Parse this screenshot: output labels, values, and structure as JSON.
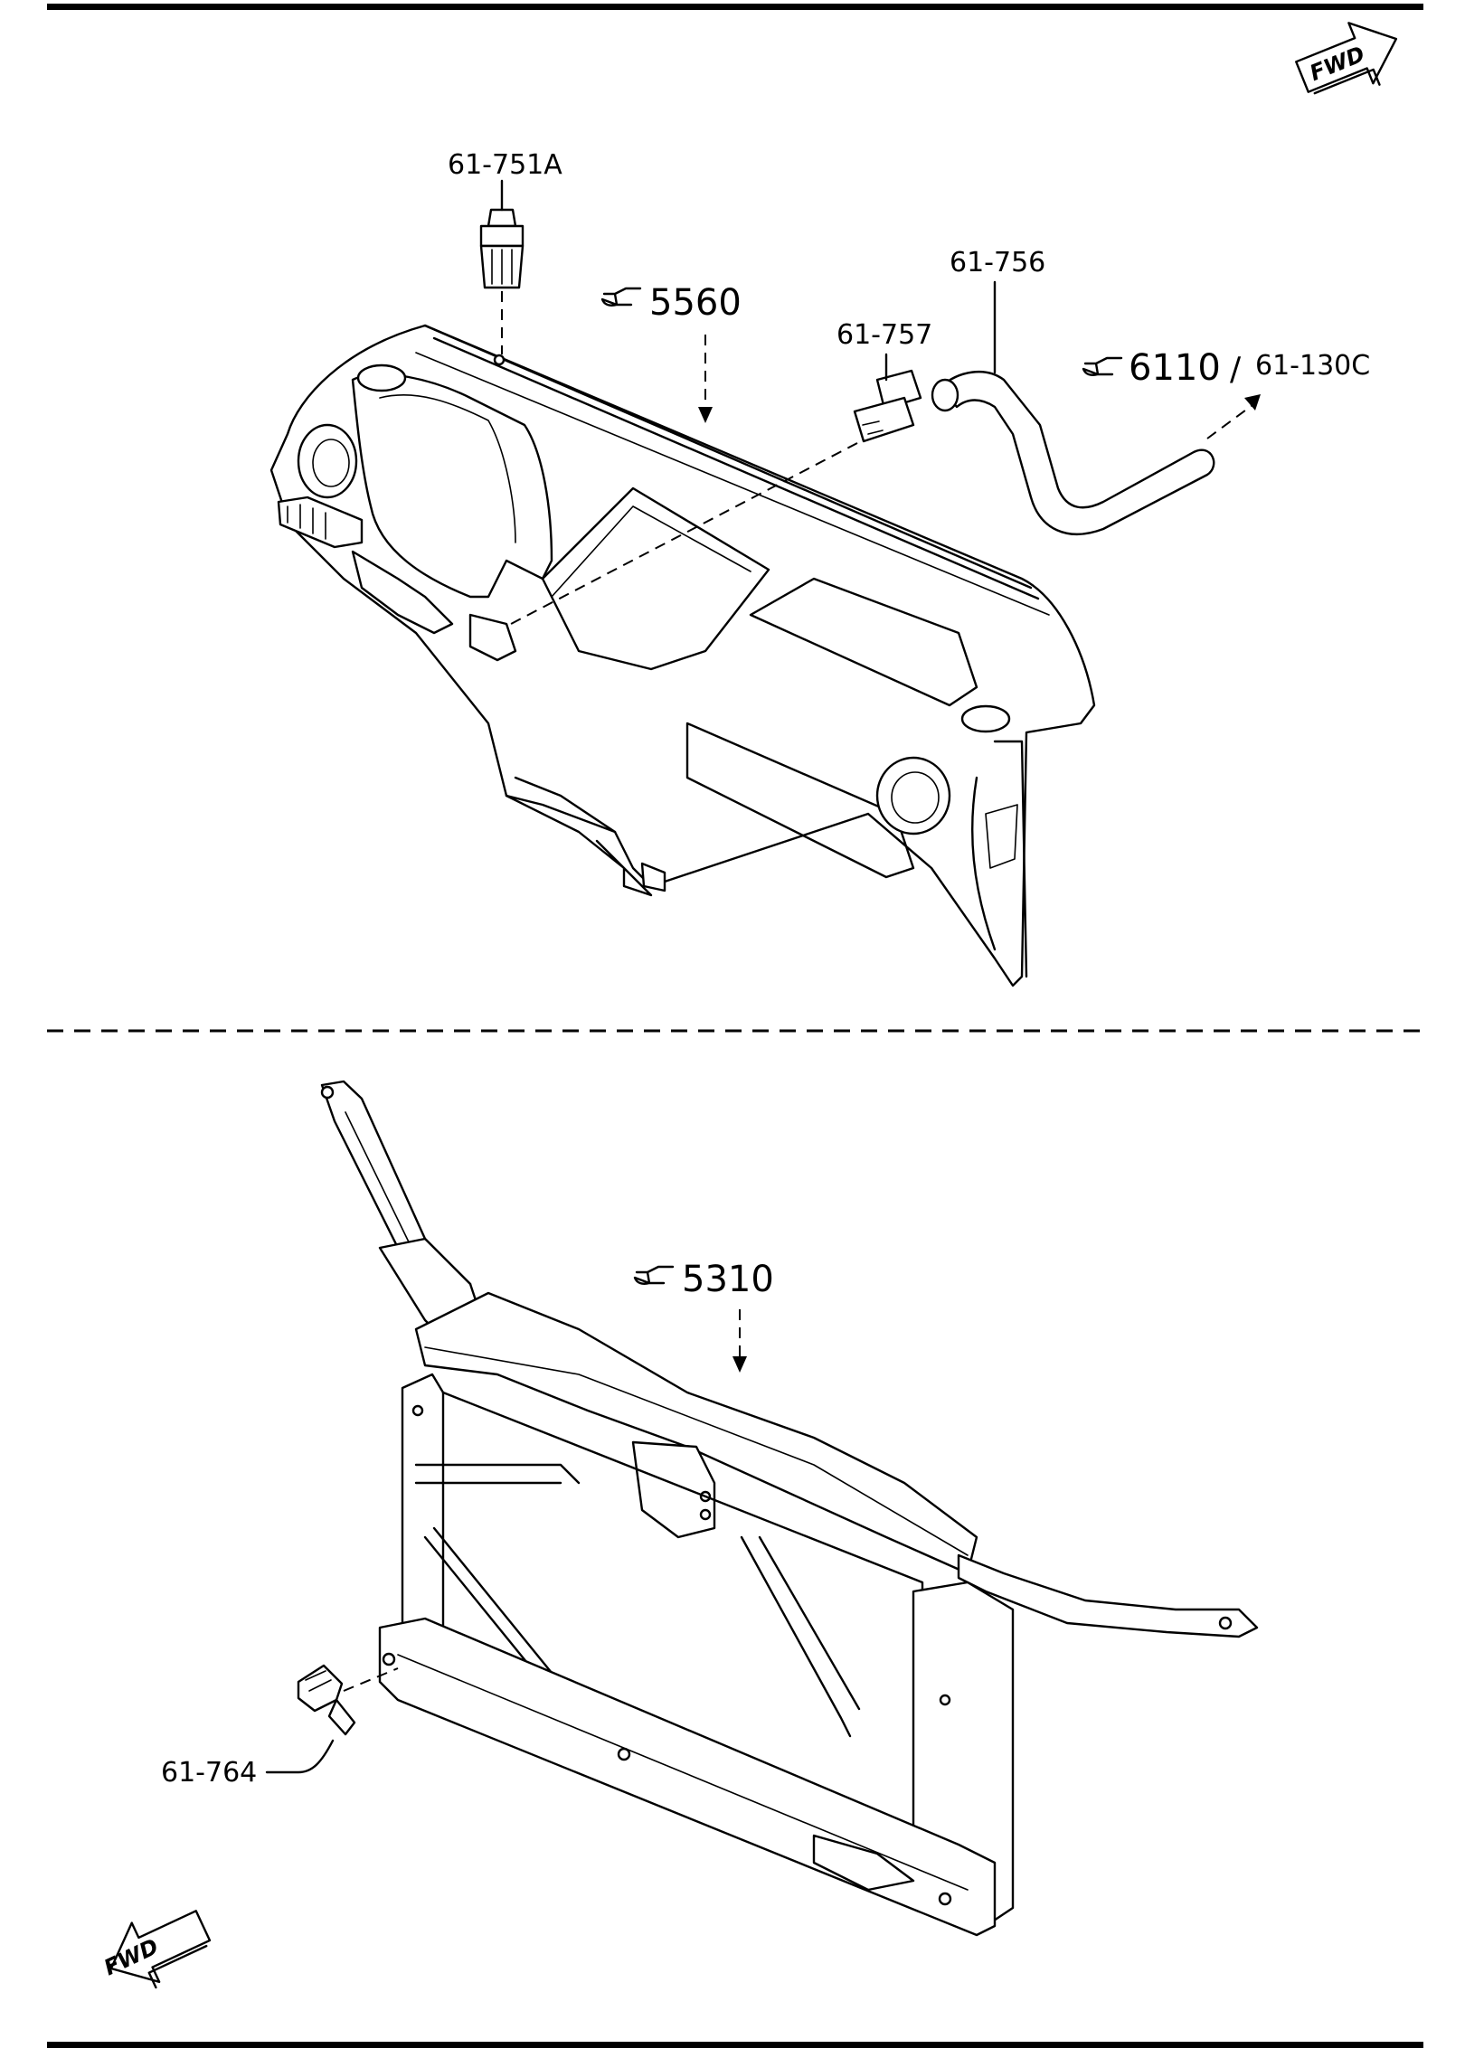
{
  "callouts": {
    "ref_dashboard": "5560",
    "ref_hose": "6110",
    "ref_frame": "5310",
    "slash": "/"
  },
  "parts": {
    "p_751a": "61-751A",
    "p_756": "61-756",
    "p_757": "61-757",
    "p_130c": "61-130C",
    "p_764": "61-764"
  },
  "fwd": {
    "top": "FWD",
    "bottom": "FWD"
  },
  "icons": {
    "reference": "pointing-hand-icon",
    "direction": "fwd-arrow-icon"
  }
}
